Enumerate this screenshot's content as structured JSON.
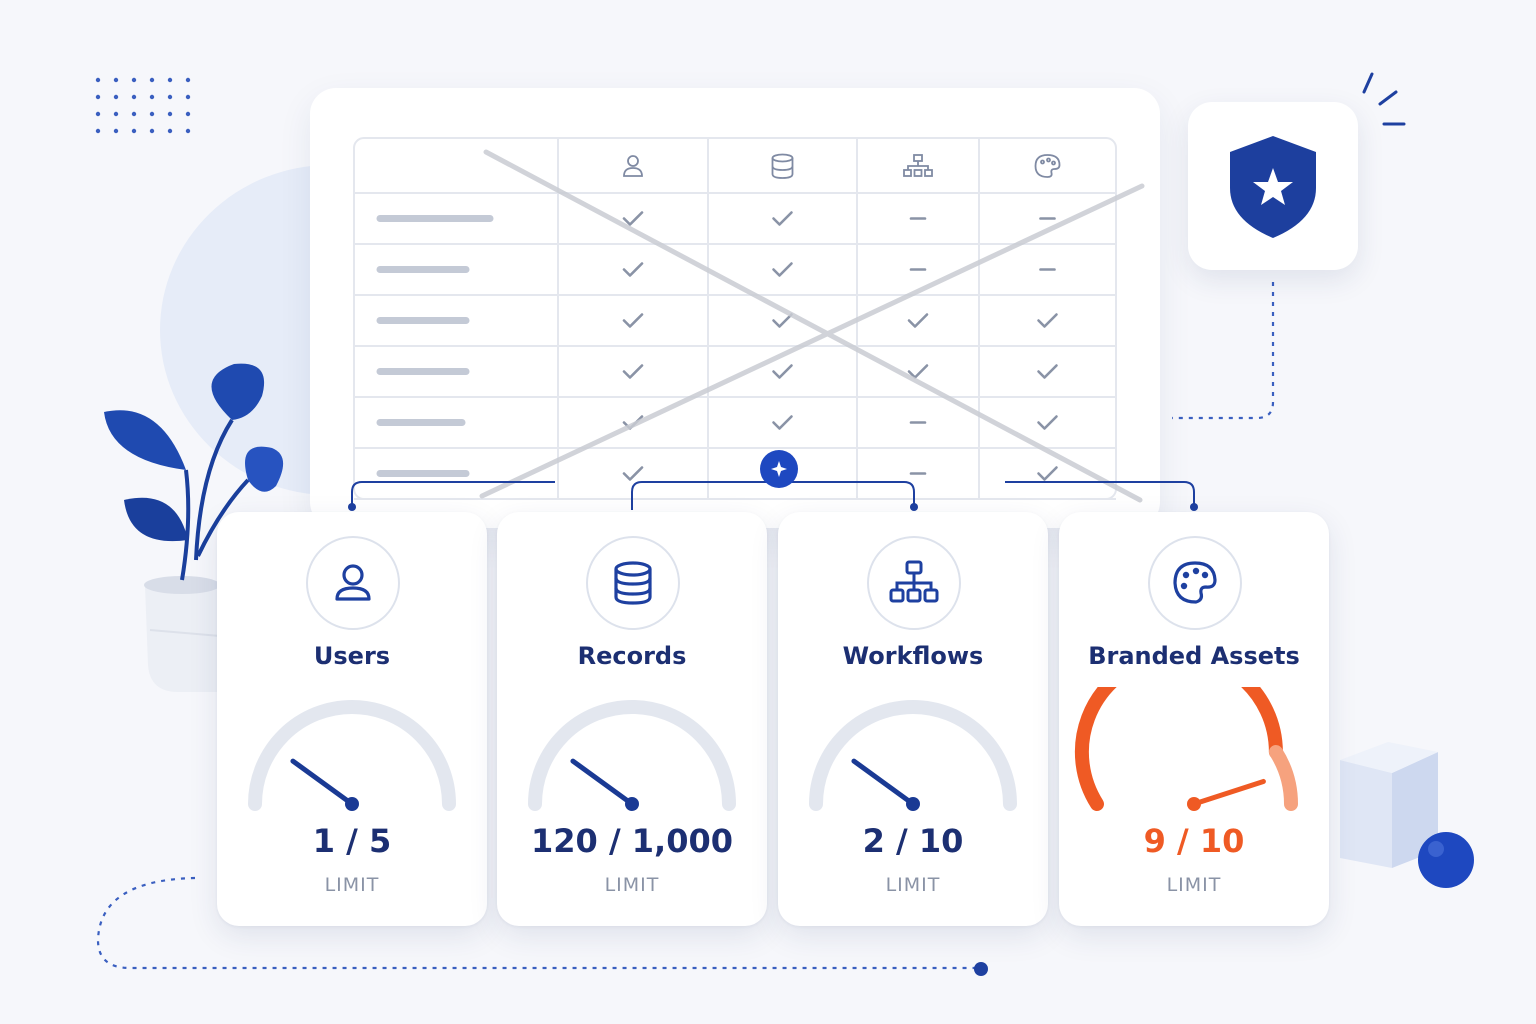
{
  "matrix": {
    "columns": [
      {
        "icon": "user-icon"
      },
      {
        "icon": "database-icon"
      },
      {
        "icon": "workflow-icon"
      },
      {
        "icon": "palette-icon"
      }
    ],
    "rows": [
      [
        "check",
        "check",
        "dash",
        "dash"
      ],
      [
        "check",
        "check",
        "dash",
        "dash"
      ],
      [
        "check",
        "check",
        "check",
        "check"
      ],
      [
        "check",
        "check",
        "check",
        "check"
      ],
      [
        "check",
        "check",
        "dash",
        "check"
      ],
      [
        "check",
        "check",
        "dash",
        "check"
      ]
    ],
    "crossed_out": true
  },
  "badge": {
    "icon": "shield-star-icon"
  },
  "connector": {
    "icon": "sparkle-icon"
  },
  "cards": [
    {
      "title": "Users",
      "value": "1 / 5",
      "label": "LIMIT",
      "icon": "user-icon",
      "used": 1,
      "limit": 5,
      "status": "normal"
    },
    {
      "title": "Records",
      "value": "120 / 1,000",
      "label": "LIMIT",
      "icon": "database-icon",
      "used": 120,
      "limit": 1000,
      "status": "normal"
    },
    {
      "title": "Workflows",
      "value": "2 / 10",
      "label": "LIMIT",
      "icon": "workflow-icon",
      "used": 2,
      "limit": 10,
      "status": "normal"
    },
    {
      "title": "Branded Assets",
      "value": "9 / 10",
      "label": "LIMIT",
      "icon": "palette-icon",
      "used": 9,
      "limit": 10,
      "status": "warning"
    }
  ],
  "colors": {
    "brand": "#1e40a0",
    "navy_text": "#1c2f72",
    "warning": "#ef5a24",
    "gauge_track": "#e3e7ef",
    "muted": "#8a93a6"
  }
}
